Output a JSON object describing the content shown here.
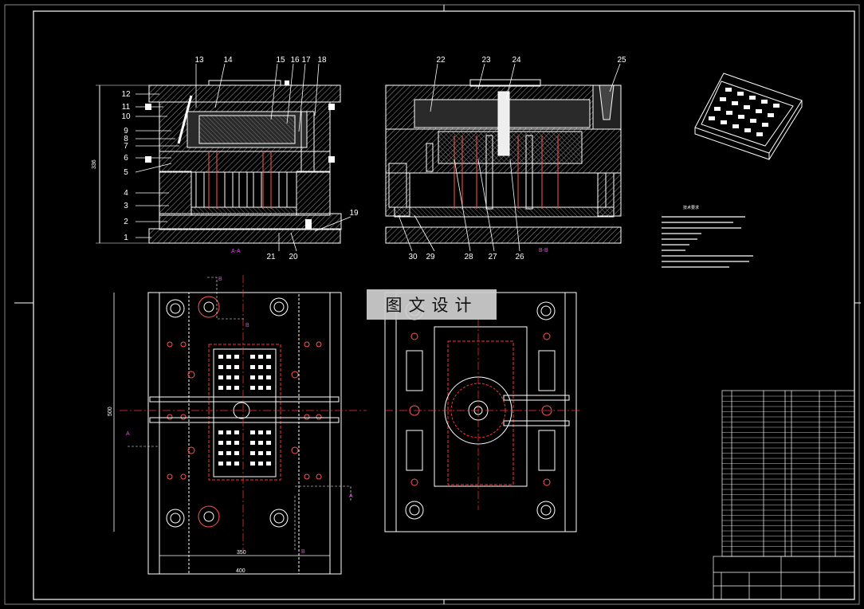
{
  "watermark": "图文设计",
  "section_labels": {
    "aa": "A-A",
    "bb": "B-B"
  },
  "view_marks": {
    "a": "A",
    "b": "B"
  },
  "dimensions": {
    "height": "336",
    "width_inner": "350",
    "width_outer": "400",
    "depth": "500"
  },
  "callouts_left": [
    "13",
    "14",
    "15",
    "16",
    "17",
    "18",
    "12",
    "11",
    "10",
    "9",
    "8",
    "7",
    "6",
    "5",
    "4",
    "3",
    "2",
    "1",
    "21",
    "20",
    "19"
  ],
  "callouts_right": [
    "22",
    "23",
    "24",
    "25",
    "30",
    "29",
    "28",
    "27",
    "26"
  ],
  "tech_notes_title": "技术要求",
  "colors": {
    "background": "#000000",
    "lines": "#ffffff",
    "hatch": "#bbbbbb",
    "cavity": "#ff3333",
    "section": "#ff33ff",
    "guide": "#ff6666"
  }
}
